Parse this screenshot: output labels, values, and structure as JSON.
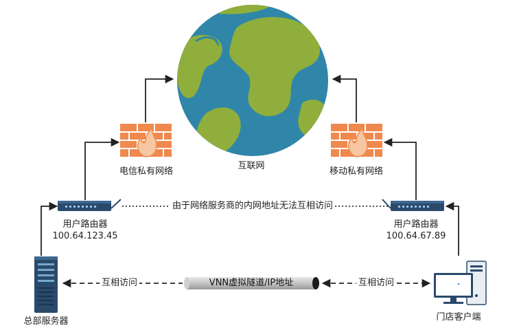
{
  "nodes": {
    "internet": "互联网",
    "telecom_private_network": "电信私有网络",
    "mobile_private_network": "移动私有网络",
    "hq_router_label": "用户路由器",
    "hq_router_ip": "100.64.123.45",
    "store_router_label": "用户路由器",
    "store_router_ip": "100.64.67.89",
    "hq_server": "总部服务器",
    "store_client": "门店客户端"
  },
  "edges": {
    "router_note": "由于网络服务商的内网地址无法互相访问",
    "mutual_access_left": "互相访问",
    "mutual_access_right": "互相访问",
    "tunnel": "VNN虚拟隧道/IP地址"
  },
  "colors": {
    "ocean": "#2f86a8",
    "land": "#8fae3c",
    "firewall": "#f0894e",
    "flame": "#f7c6a2",
    "device": "#2a4a6b",
    "line": "#222222",
    "tunnel": "#c8c8c8"
  }
}
